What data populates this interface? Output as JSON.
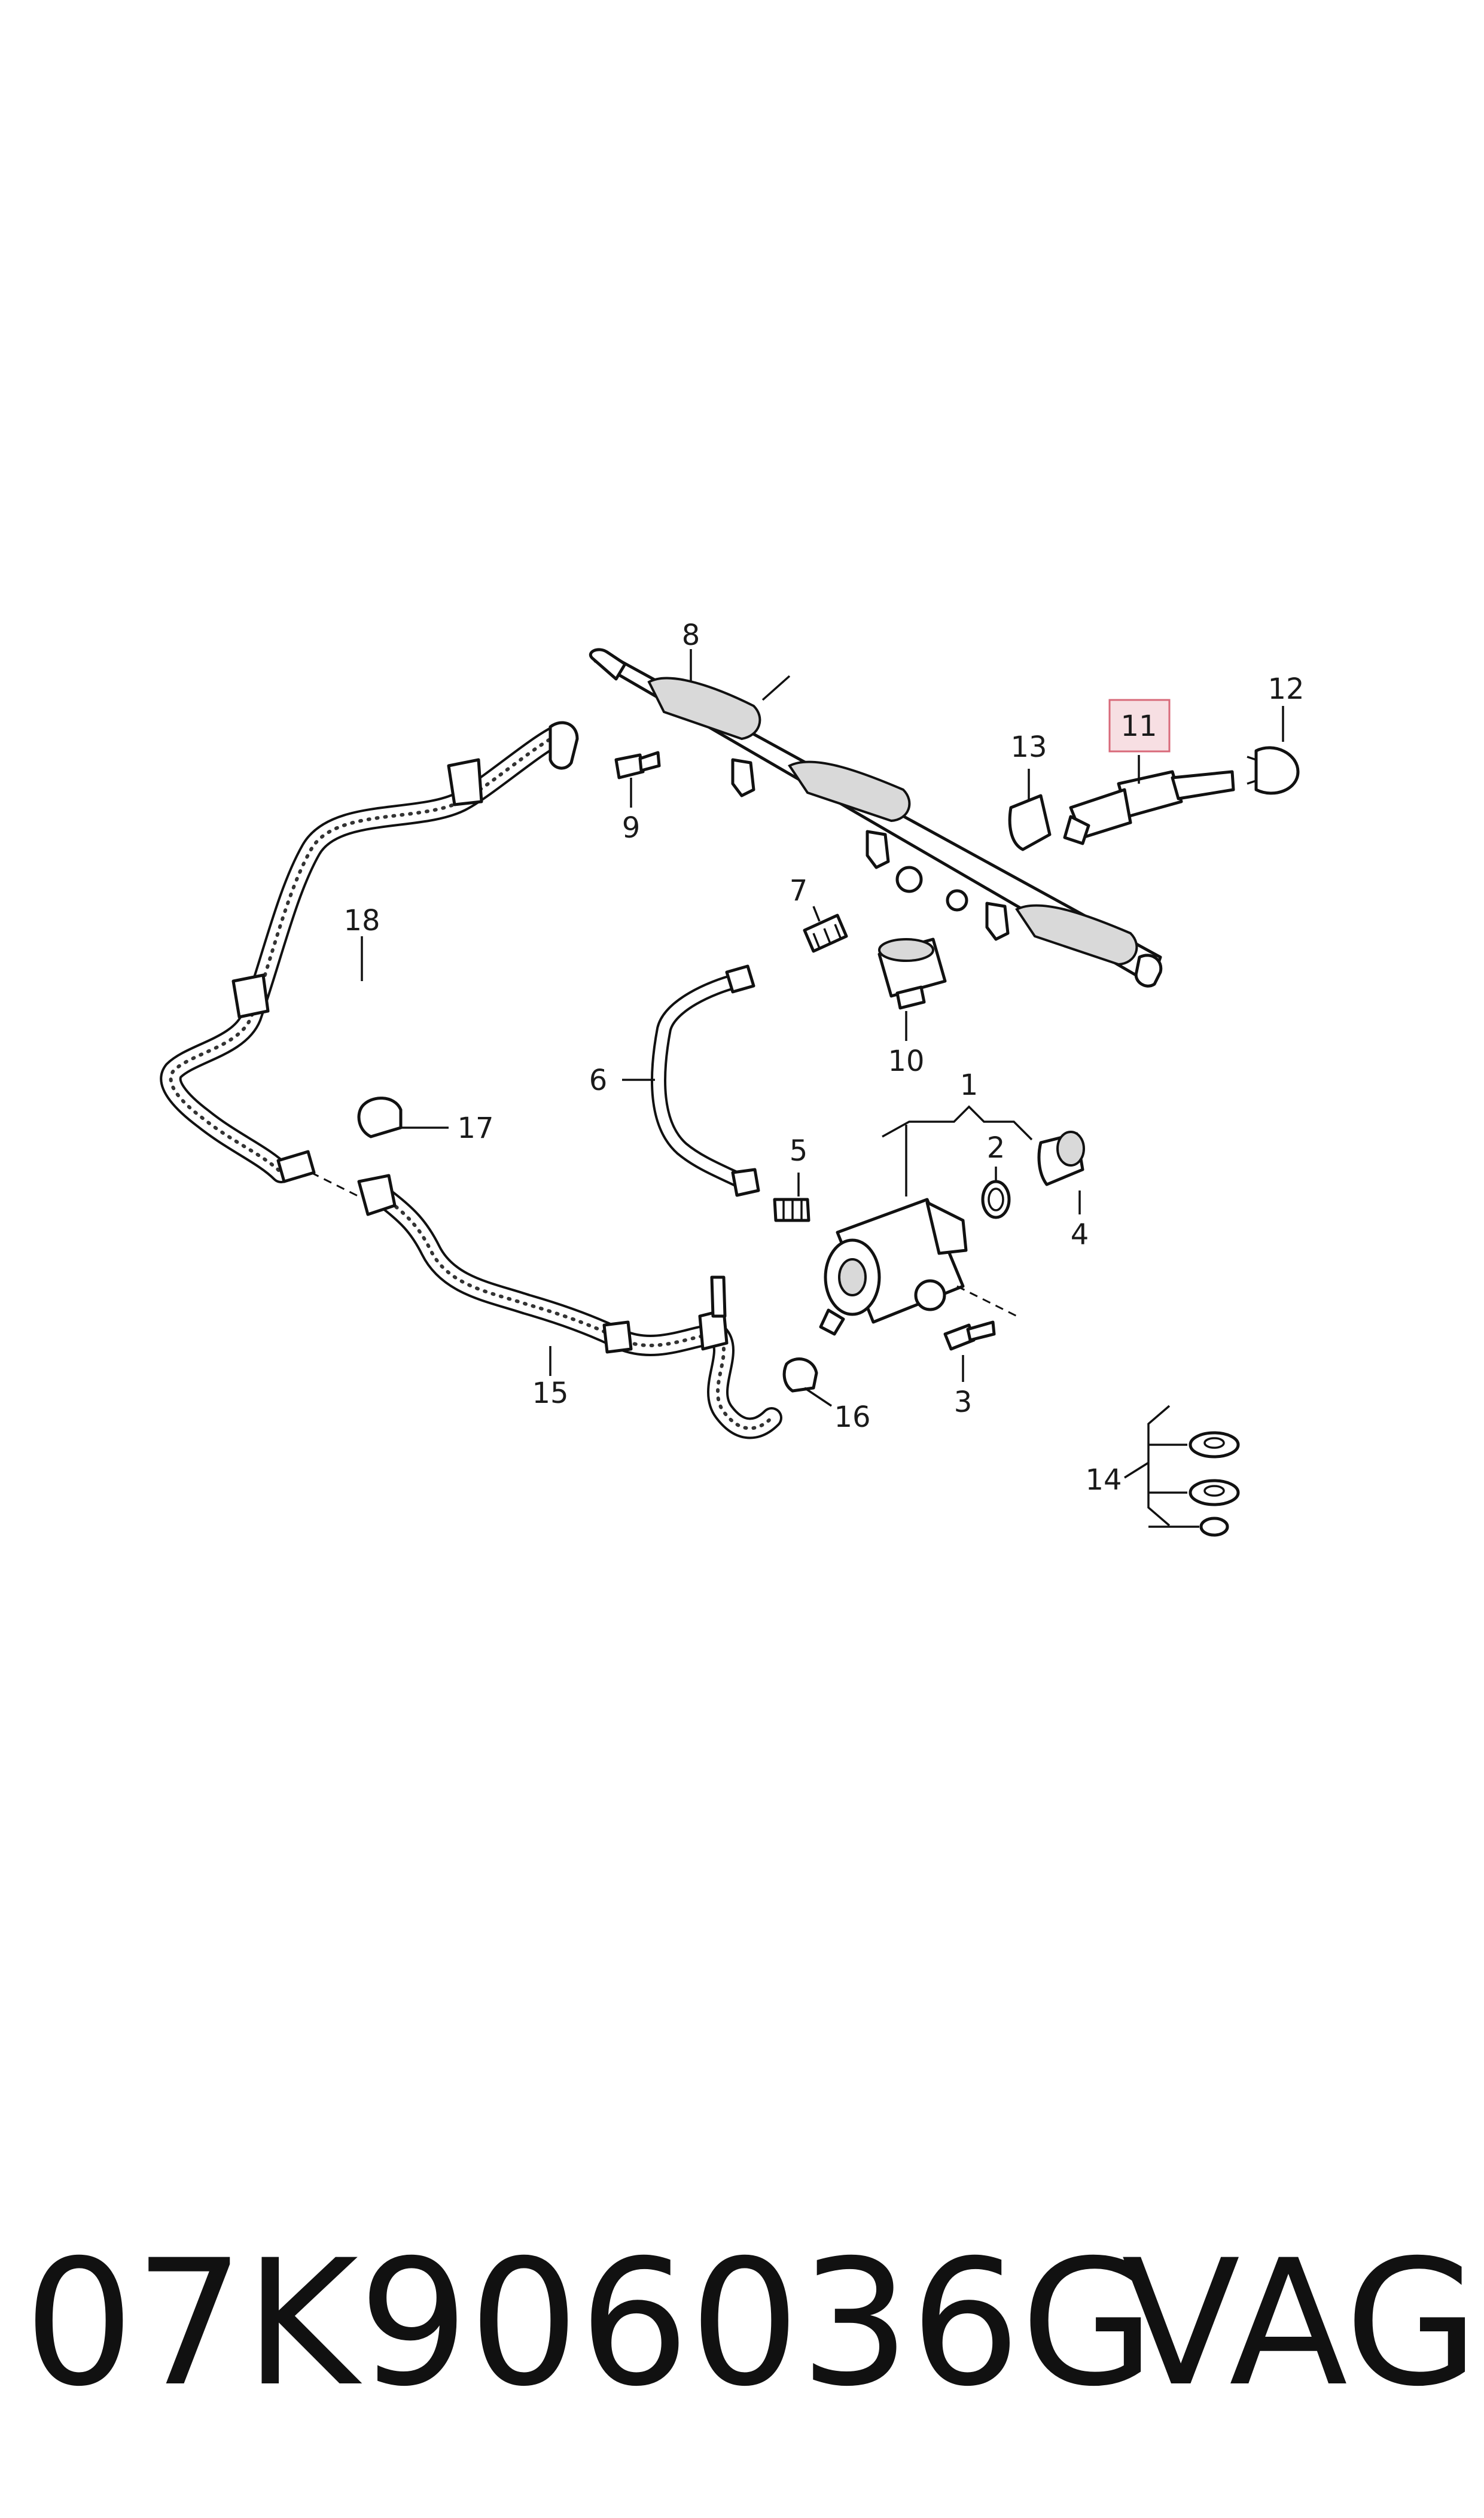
{
  "callouts": {
    "c1": "1",
    "c2": "2",
    "c3": "3",
    "c4": "4",
    "c5": "5",
    "c6": "6",
    "c7": "7",
    "c8": "8",
    "c9": "9",
    "c10": "10",
    "c11": "11",
    "c12": "12",
    "c13": "13",
    "c14": "14",
    "c15": "15",
    "c16": "16",
    "c17": "17",
    "c18": "18"
  },
  "highlight": {
    "callout": "11",
    "color": "#f7dfe3",
    "border": "#d86a7a"
  },
  "footer": {
    "part_number": "07K906036G",
    "brand": "VAG"
  }
}
